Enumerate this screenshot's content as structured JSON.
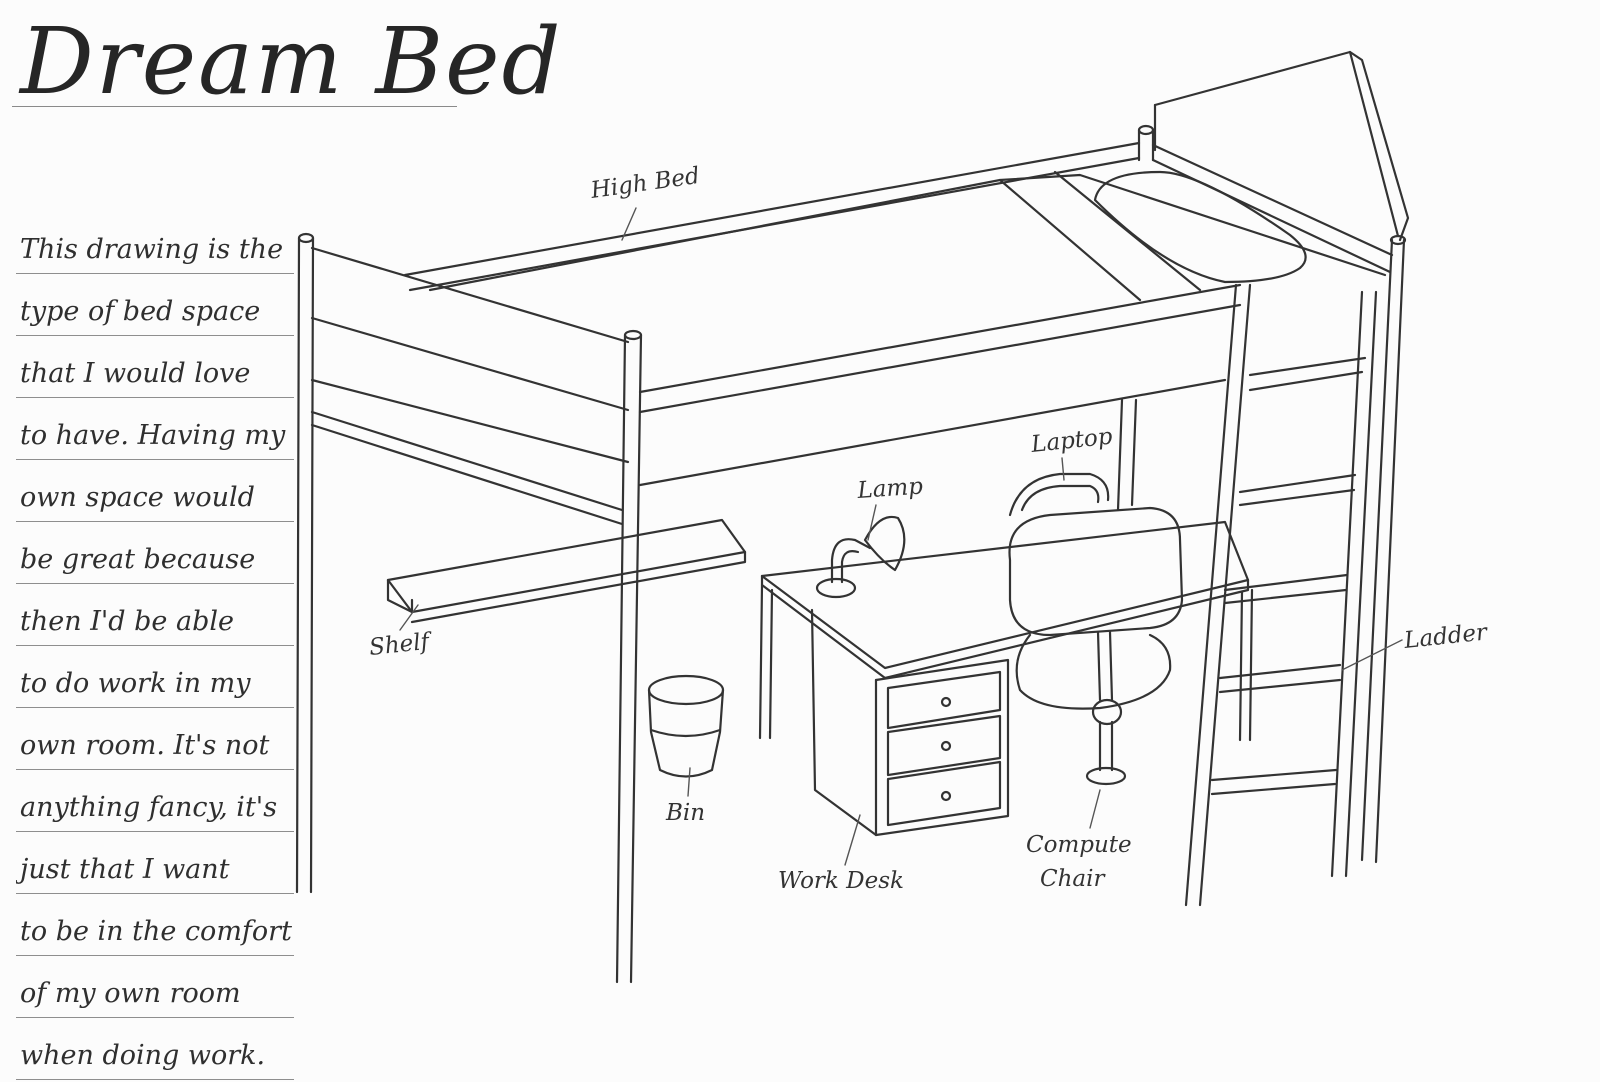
{
  "title": "Dream Bed",
  "description_lines": [
    "This drawing is the",
    "type of bed space",
    "that I would love",
    "to have. Having my",
    "own space would",
    "be great because",
    "then I'd be able",
    "to do work in my",
    "own room. It's not",
    "anything fancy, it's",
    "just that I want",
    "to be in the comfort",
    "of my own room",
    "when doing work."
  ],
  "labels": {
    "high_bed": "High Bed",
    "laptop": "Laptop",
    "lamp": "Lamp",
    "shelf": "Shelf",
    "ladder": "Ladder",
    "bin": "Bin",
    "work_desk": "Work Desk",
    "computer_chair_line1": "Compute",
    "computer_chair_line2": "Chair"
  }
}
